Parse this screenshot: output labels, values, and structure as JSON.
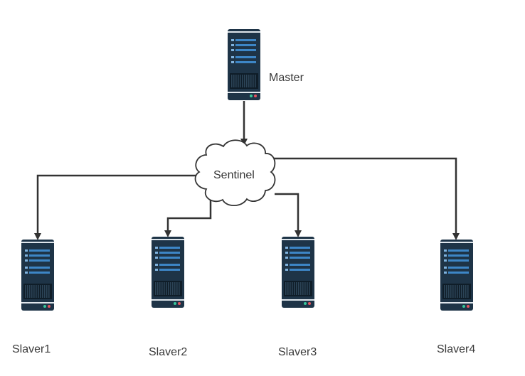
{
  "diagram": {
    "master": {
      "label": "Master",
      "icon": "server-icon"
    },
    "sentinel": {
      "label": "Sentinel",
      "icon": "cloud-icon"
    },
    "slaves": [
      {
        "label": "Slaver1",
        "icon": "server-icon"
      },
      {
        "label": "Slaver2",
        "icon": "server-icon"
      },
      {
        "label": "Slaver3",
        "icon": "server-icon"
      },
      {
        "label": "Slaver4",
        "icon": "server-icon"
      }
    ],
    "edges": [
      {
        "from": "Master",
        "to": "Sentinel"
      },
      {
        "from": "Sentinel",
        "to": "Slaver1"
      },
      {
        "from": "Sentinel",
        "to": "Slaver2"
      },
      {
        "from": "Sentinel",
        "to": "Slaver3"
      },
      {
        "from": "Sentinel",
        "to": "Slaver4"
      }
    ]
  },
  "colors": {
    "server_body": "#1e3447",
    "server_frame": "#dfe6ec",
    "server_stripe": "#3d86c6",
    "led_green": "#37c79a",
    "led_red": "#e5545f",
    "arrow": "#333333"
  }
}
